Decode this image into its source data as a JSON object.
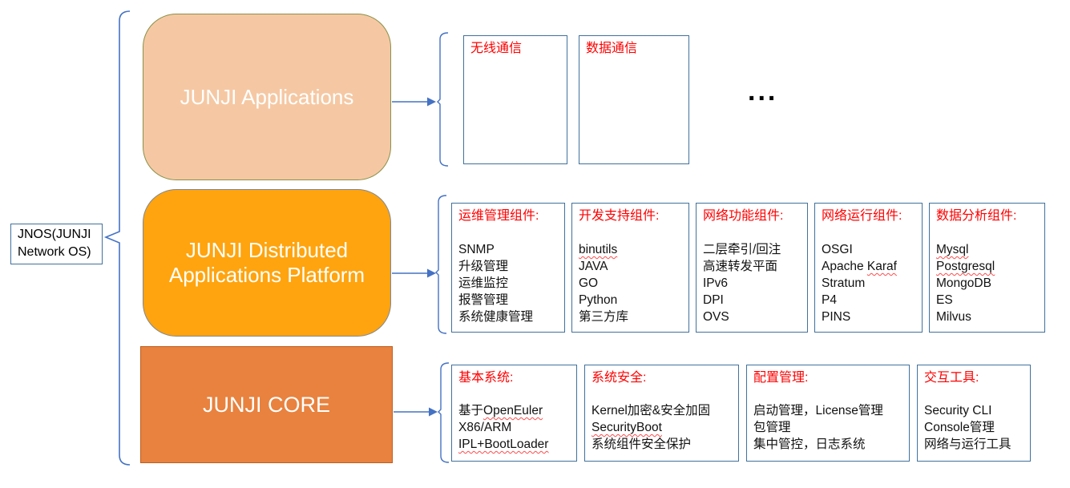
{
  "label_box": {
    "line1": "JNOS(JUNJI",
    "line2": "Network OS)"
  },
  "layers": [
    {
      "title": "JUNJI Applications",
      "fill": "#F5C8A3",
      "border": "#8A9148"
    },
    {
      "title": "JUNJI Distributed Applications Platform",
      "fill": "#FFA40E",
      "border": "#7E8795"
    },
    {
      "title": "JUNJI CORE",
      "fill": "#E8823E",
      "border": "#BE5D20"
    }
  ],
  "ellipsis": "...",
  "rows": [
    {
      "boxes": [
        {
          "header": "无线通信",
          "items": []
        },
        {
          "header": "数据通信",
          "items": []
        }
      ]
    },
    {
      "boxes": [
        {
          "header": "运维管理组件:",
          "items": [
            {
              "pre": "SNMP"
            },
            {
              "pre": "升级管理"
            },
            {
              "pre": "运维监控"
            },
            {
              "pre": "报警管理"
            },
            {
              "pre": "系统健康管理"
            }
          ]
        },
        {
          "header": "开发支持组件:",
          "items": [
            {
              "wavy": "binutils"
            },
            {
              "pre": "JAVA"
            },
            {
              "pre": "GO"
            },
            {
              "pre": "Python"
            },
            {
              "pre": "第三方库"
            }
          ]
        },
        {
          "header": "网络功能组件:",
          "items": [
            {
              "pre": "二层牵引/回注"
            },
            {
              "pre": "高速转发平面"
            },
            {
              "pre": "IPv6"
            },
            {
              "pre": "DPI"
            },
            {
              "pre": "OVS"
            }
          ]
        },
        {
          "header": "网络运行组件:",
          "items": [
            {
              "pre": "OSGI"
            },
            {
              "pre": "Apache ",
              "wavy": "Karaf"
            },
            {
              "pre": "Stratum"
            },
            {
              "pre": "P4"
            },
            {
              "pre": "PINS"
            }
          ]
        },
        {
          "header": "数据分析组件:",
          "items": [
            {
              "wavy": "Mysql"
            },
            {
              "wavy": "Postgresql"
            },
            {
              "pre": "MongoDB"
            },
            {
              "pre": "ES"
            },
            {
              "pre": "Milvus"
            }
          ]
        }
      ]
    },
    {
      "boxes": [
        {
          "header": "基本系统:",
          "items": [
            {
              "pre": "基于",
              "wavy": "OpenEuler"
            },
            {
              "pre": "X86/ARM"
            },
            {
              "wavy": "IPL+BootLoader"
            }
          ]
        },
        {
          "header": "系统安全:",
          "items": [
            {
              "pre": "Kernel加密&安全加固"
            },
            {
              "wavy": "SecurityBoot"
            },
            {
              "pre": "系统组件安全保护"
            }
          ]
        },
        {
          "header": "配置管理:",
          "items": [
            {
              "pre": "启动管理，License管理"
            },
            {
              "pre": "包管理"
            },
            {
              "pre": "集中管控，日志系统"
            }
          ]
        },
        {
          "header": "交互工具:",
          "items": [
            {
              "pre": "Security CLI"
            },
            {
              "pre": "Console管理"
            },
            {
              "pre": "网络与运行工具"
            }
          ]
        }
      ]
    }
  ],
  "colors": {
    "accent_blue": "#4472C4",
    "box_border_blue": "#41719C",
    "header_red": "#FF0000",
    "apps_fill": "#F5C8A3",
    "platform_fill": "#FFA40E",
    "core_fill": "#E8823E"
  }
}
